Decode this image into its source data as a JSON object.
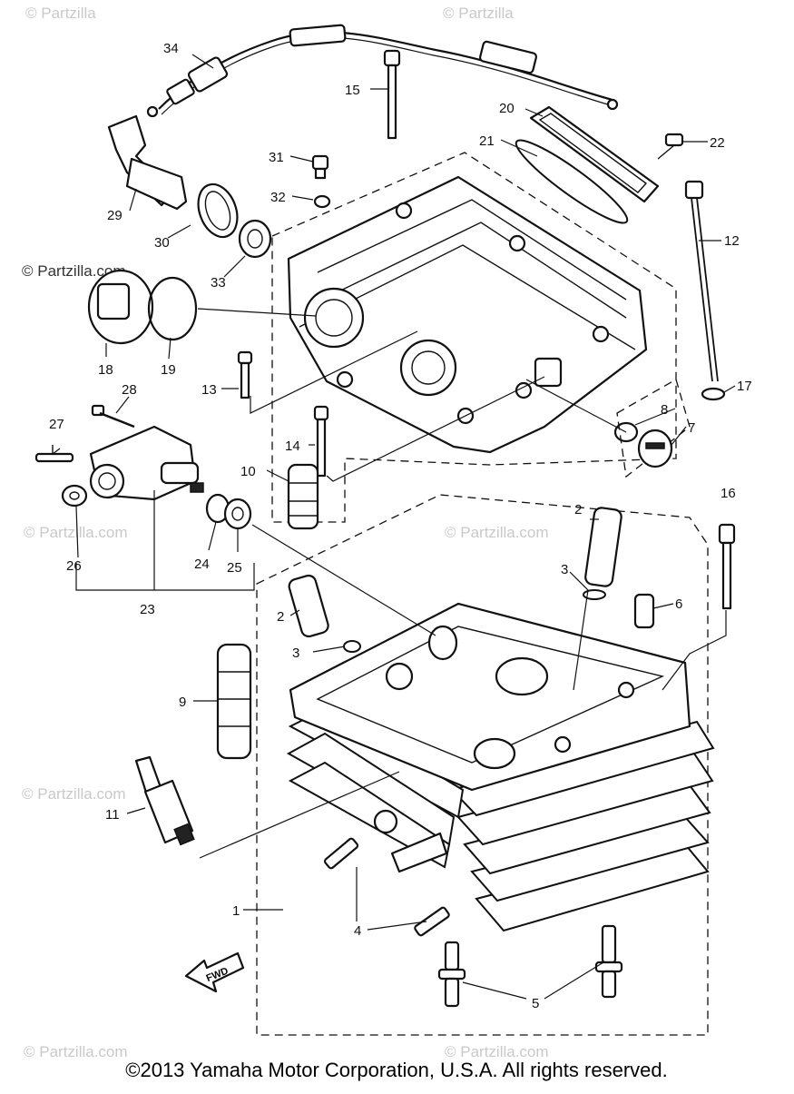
{
  "copyright": "©2013 Yamaha Motor Corporation, U.S.A. All rights reserved.",
  "watermark": "© Partzilla.com",
  "watermark_top": "© Partzilla",
  "fwd_label": "FWD",
  "callouts": {
    "p1": "1",
    "p2a": "2",
    "p2b": "2",
    "p3a": "3",
    "p3b": "3",
    "p4": "4",
    "p5": "5",
    "p6": "6",
    "p7": "7",
    "p8": "8",
    "p9": "9",
    "p10": "10",
    "p11": "11",
    "p12": "12",
    "p13": "13",
    "p14": "14",
    "p15": "15",
    "p16": "16",
    "p17": "17",
    "p18": "18",
    "p19": "19",
    "p20": "20",
    "p21": "21",
    "p22": "22",
    "p23": "23",
    "p24": "24",
    "p25": "25",
    "p26": "26",
    "p27": "27",
    "p28": "28",
    "p29": "29",
    "p30": "30",
    "p31": "31",
    "p32": "32",
    "p33": "33",
    "p34": "34"
  }
}
